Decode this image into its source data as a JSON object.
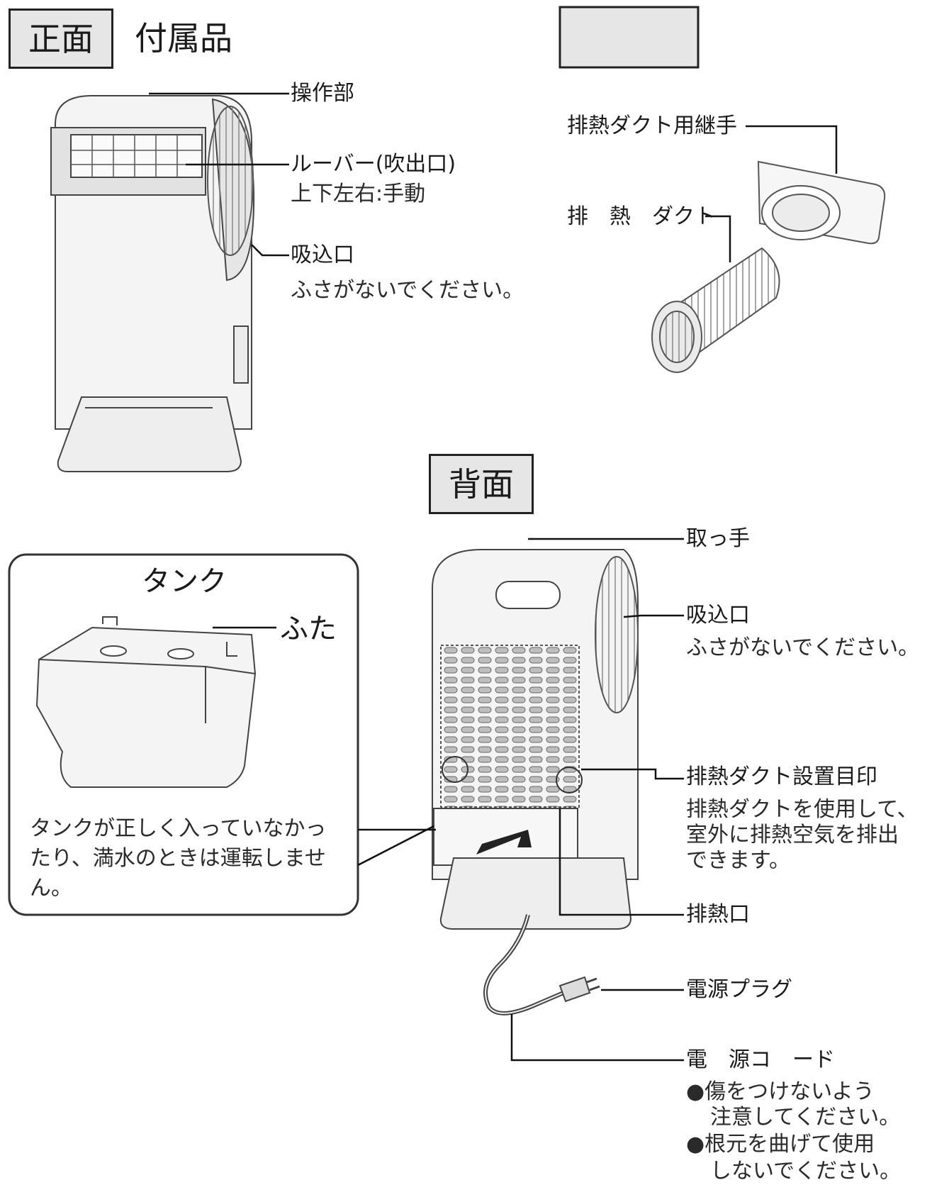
{
  "front": {
    "header": "正面",
    "labels": {
      "control": "操作部",
      "louver": "ルーバー(吹出口)",
      "louver_sub": "上下左右:手動",
      "intake": "吸込口",
      "intake_sub": "ふさがないでください。"
    }
  },
  "accessories": {
    "header": "付属品",
    "joint": "排熱ダクト用継手",
    "duct": "排　熱　ダクト"
  },
  "back": {
    "header": "背面",
    "labels": {
      "handle": "取っ手",
      "intake": "吸込口",
      "intake_sub": "ふさがないでください。",
      "duct_mark": "排熱ダクト設置目印",
      "duct_mark_sub1": "排熱ダクトを使用して、",
      "duct_mark_sub2": "室外に排熱空気を排出",
      "duct_mark_sub3": "できます。",
      "exhaust": "排熱口",
      "plug": "電源プラグ",
      "cord": "電　源コ　ード",
      "cord_note1a": "●傷をつけないよう",
      "cord_note1b": "注意してください。",
      "cord_note2a": "●根元を曲げて使用",
      "cord_note2b": "しないでください。"
    }
  },
  "tank": {
    "title": "タンク",
    "lid": "ふた",
    "note1": "タンクが正しく入っていなかっ",
    "note2": "たり、満水のときは運転しませ",
    "note3": "ん。"
  }
}
